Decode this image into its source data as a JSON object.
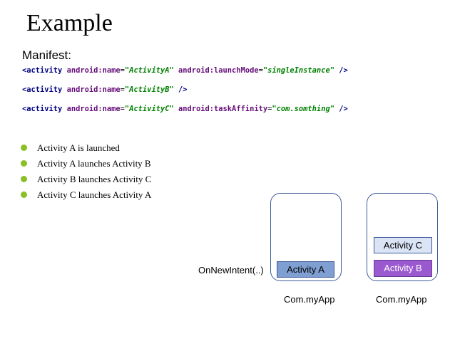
{
  "slide": {
    "title": "Example",
    "manifest_label": "Manifest:"
  },
  "code_lines": [
    {
      "tag_open": "<activity ",
      "attr1": "android:name",
      "eq1": "=",
      "val1": "\"ActivityA\"",
      "attr2": " android:launchMode",
      "eq2": "=",
      "val2": "\"singleInstance\"",
      "tag_close": " />"
    },
    {
      "tag_open": "<activity ",
      "attr1": "android:name",
      "eq1": "=",
      "val1": "\"ActivityB\"",
      "tag_close": " />"
    },
    {
      "tag_open": "<activity ",
      "attr1": "android:name",
      "eq1": "=",
      "val1": "\"ActivityC\"",
      "attr2": " android:taskAffinity",
      "eq2": "=",
      "val2": "\"com.somthing\"",
      "tag_close": " />"
    }
  ],
  "bullets": [
    "Activity A is launched",
    "Activity A launches Activity B",
    "Activity B launches Activity C",
    "Activity C launches Activity A"
  ],
  "diagram": {
    "on_new_intent": "OnNewIntent(..)",
    "task1": {
      "label": "Com.myApp",
      "activities": [
        "Activity A"
      ]
    },
    "task2": {
      "label": "Com.myApp",
      "activities": [
        "Activity C",
        "Activity B"
      ]
    },
    "colors": {
      "border": "#3e5b9a",
      "activity_a": "#7f9fd2",
      "activity_c": "#dbe4f5",
      "activity_b": "#9b59d0"
    }
  }
}
